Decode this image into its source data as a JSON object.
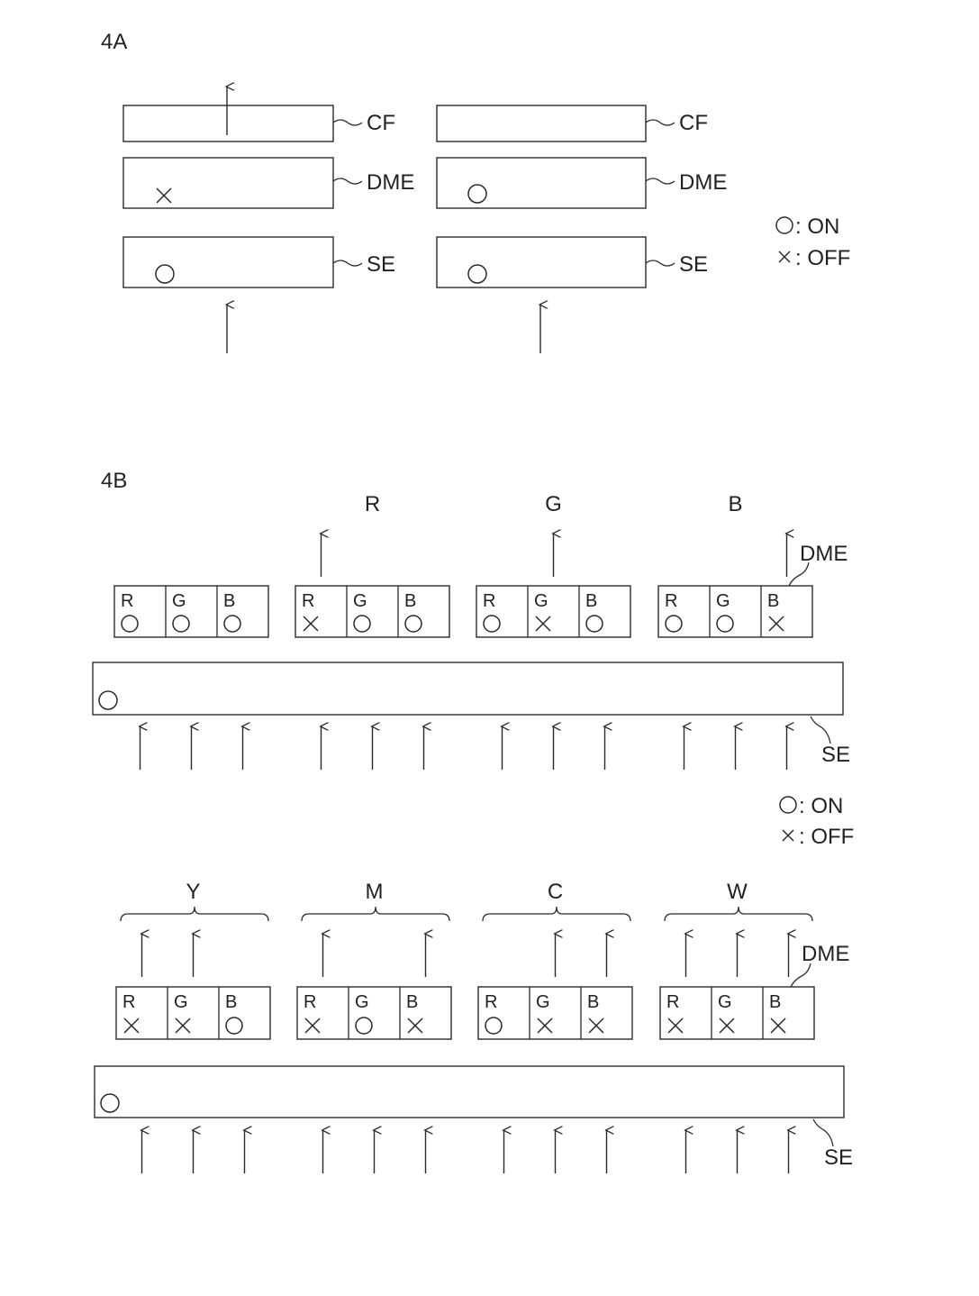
{
  "colors": {
    "ink": "#2a2a2a",
    "background": "#ffffff"
  },
  "symbols": {
    "on": "circle",
    "off": "cross"
  },
  "fig4a": {
    "label": "4A",
    "layers": {
      "cf": "CF",
      "dme": "DME",
      "se": "SE"
    },
    "columns": [
      {
        "dme_state": "off",
        "se_state": "on",
        "output_arrow": true
      },
      {
        "dme_state": "on",
        "se_state": "on",
        "output_arrow": false
      }
    ],
    "legend": {
      "on_label": ": ON",
      "off_label": ": OFF"
    }
  },
  "fig4b": {
    "label": "4B",
    "top": {
      "dme_label": "DME",
      "se_label": "SE",
      "se_state": "on",
      "groups": [
        {
          "output_label": "",
          "cells": [
            {
              "letter": "R",
              "state": "on"
            },
            {
              "letter": "G",
              "state": "on"
            },
            {
              "letter": "B",
              "state": "on"
            }
          ]
        },
        {
          "output_label": "R",
          "cells": [
            {
              "letter": "R",
              "state": "off"
            },
            {
              "letter": "G",
              "state": "on"
            },
            {
              "letter": "B",
              "state": "on"
            }
          ]
        },
        {
          "output_label": "G",
          "cells": [
            {
              "letter": "R",
              "state": "on"
            },
            {
              "letter": "G",
              "state": "off"
            },
            {
              "letter": "B",
              "state": "on"
            }
          ]
        },
        {
          "output_label": "B",
          "cells": [
            {
              "letter": "R",
              "state": "on"
            },
            {
              "letter": "G",
              "state": "on"
            },
            {
              "letter": "B",
              "state": "off"
            }
          ]
        }
      ]
    },
    "legend": {
      "on_label": ": ON",
      "off_label": ": OFF"
    },
    "bottom": {
      "dme_label": "DME",
      "se_label": "SE",
      "se_state": "on",
      "groups": [
        {
          "output_label": "Y",
          "cells": [
            {
              "letter": "R",
              "state": "off"
            },
            {
              "letter": "G",
              "state": "off"
            },
            {
              "letter": "B",
              "state": "on"
            }
          ]
        },
        {
          "output_label": "M",
          "cells": [
            {
              "letter": "R",
              "state": "off"
            },
            {
              "letter": "G",
              "state": "on"
            },
            {
              "letter": "B",
              "state": "off"
            }
          ]
        },
        {
          "output_label": "C",
          "cells": [
            {
              "letter": "R",
              "state": "on"
            },
            {
              "letter": "G",
              "state": "off"
            },
            {
              "letter": "B",
              "state": "off"
            }
          ]
        },
        {
          "output_label": "W",
          "cells": [
            {
              "letter": "R",
              "state": "off"
            },
            {
              "letter": "G",
              "state": "off"
            },
            {
              "letter": "B",
              "state": "off"
            }
          ]
        }
      ]
    }
  }
}
